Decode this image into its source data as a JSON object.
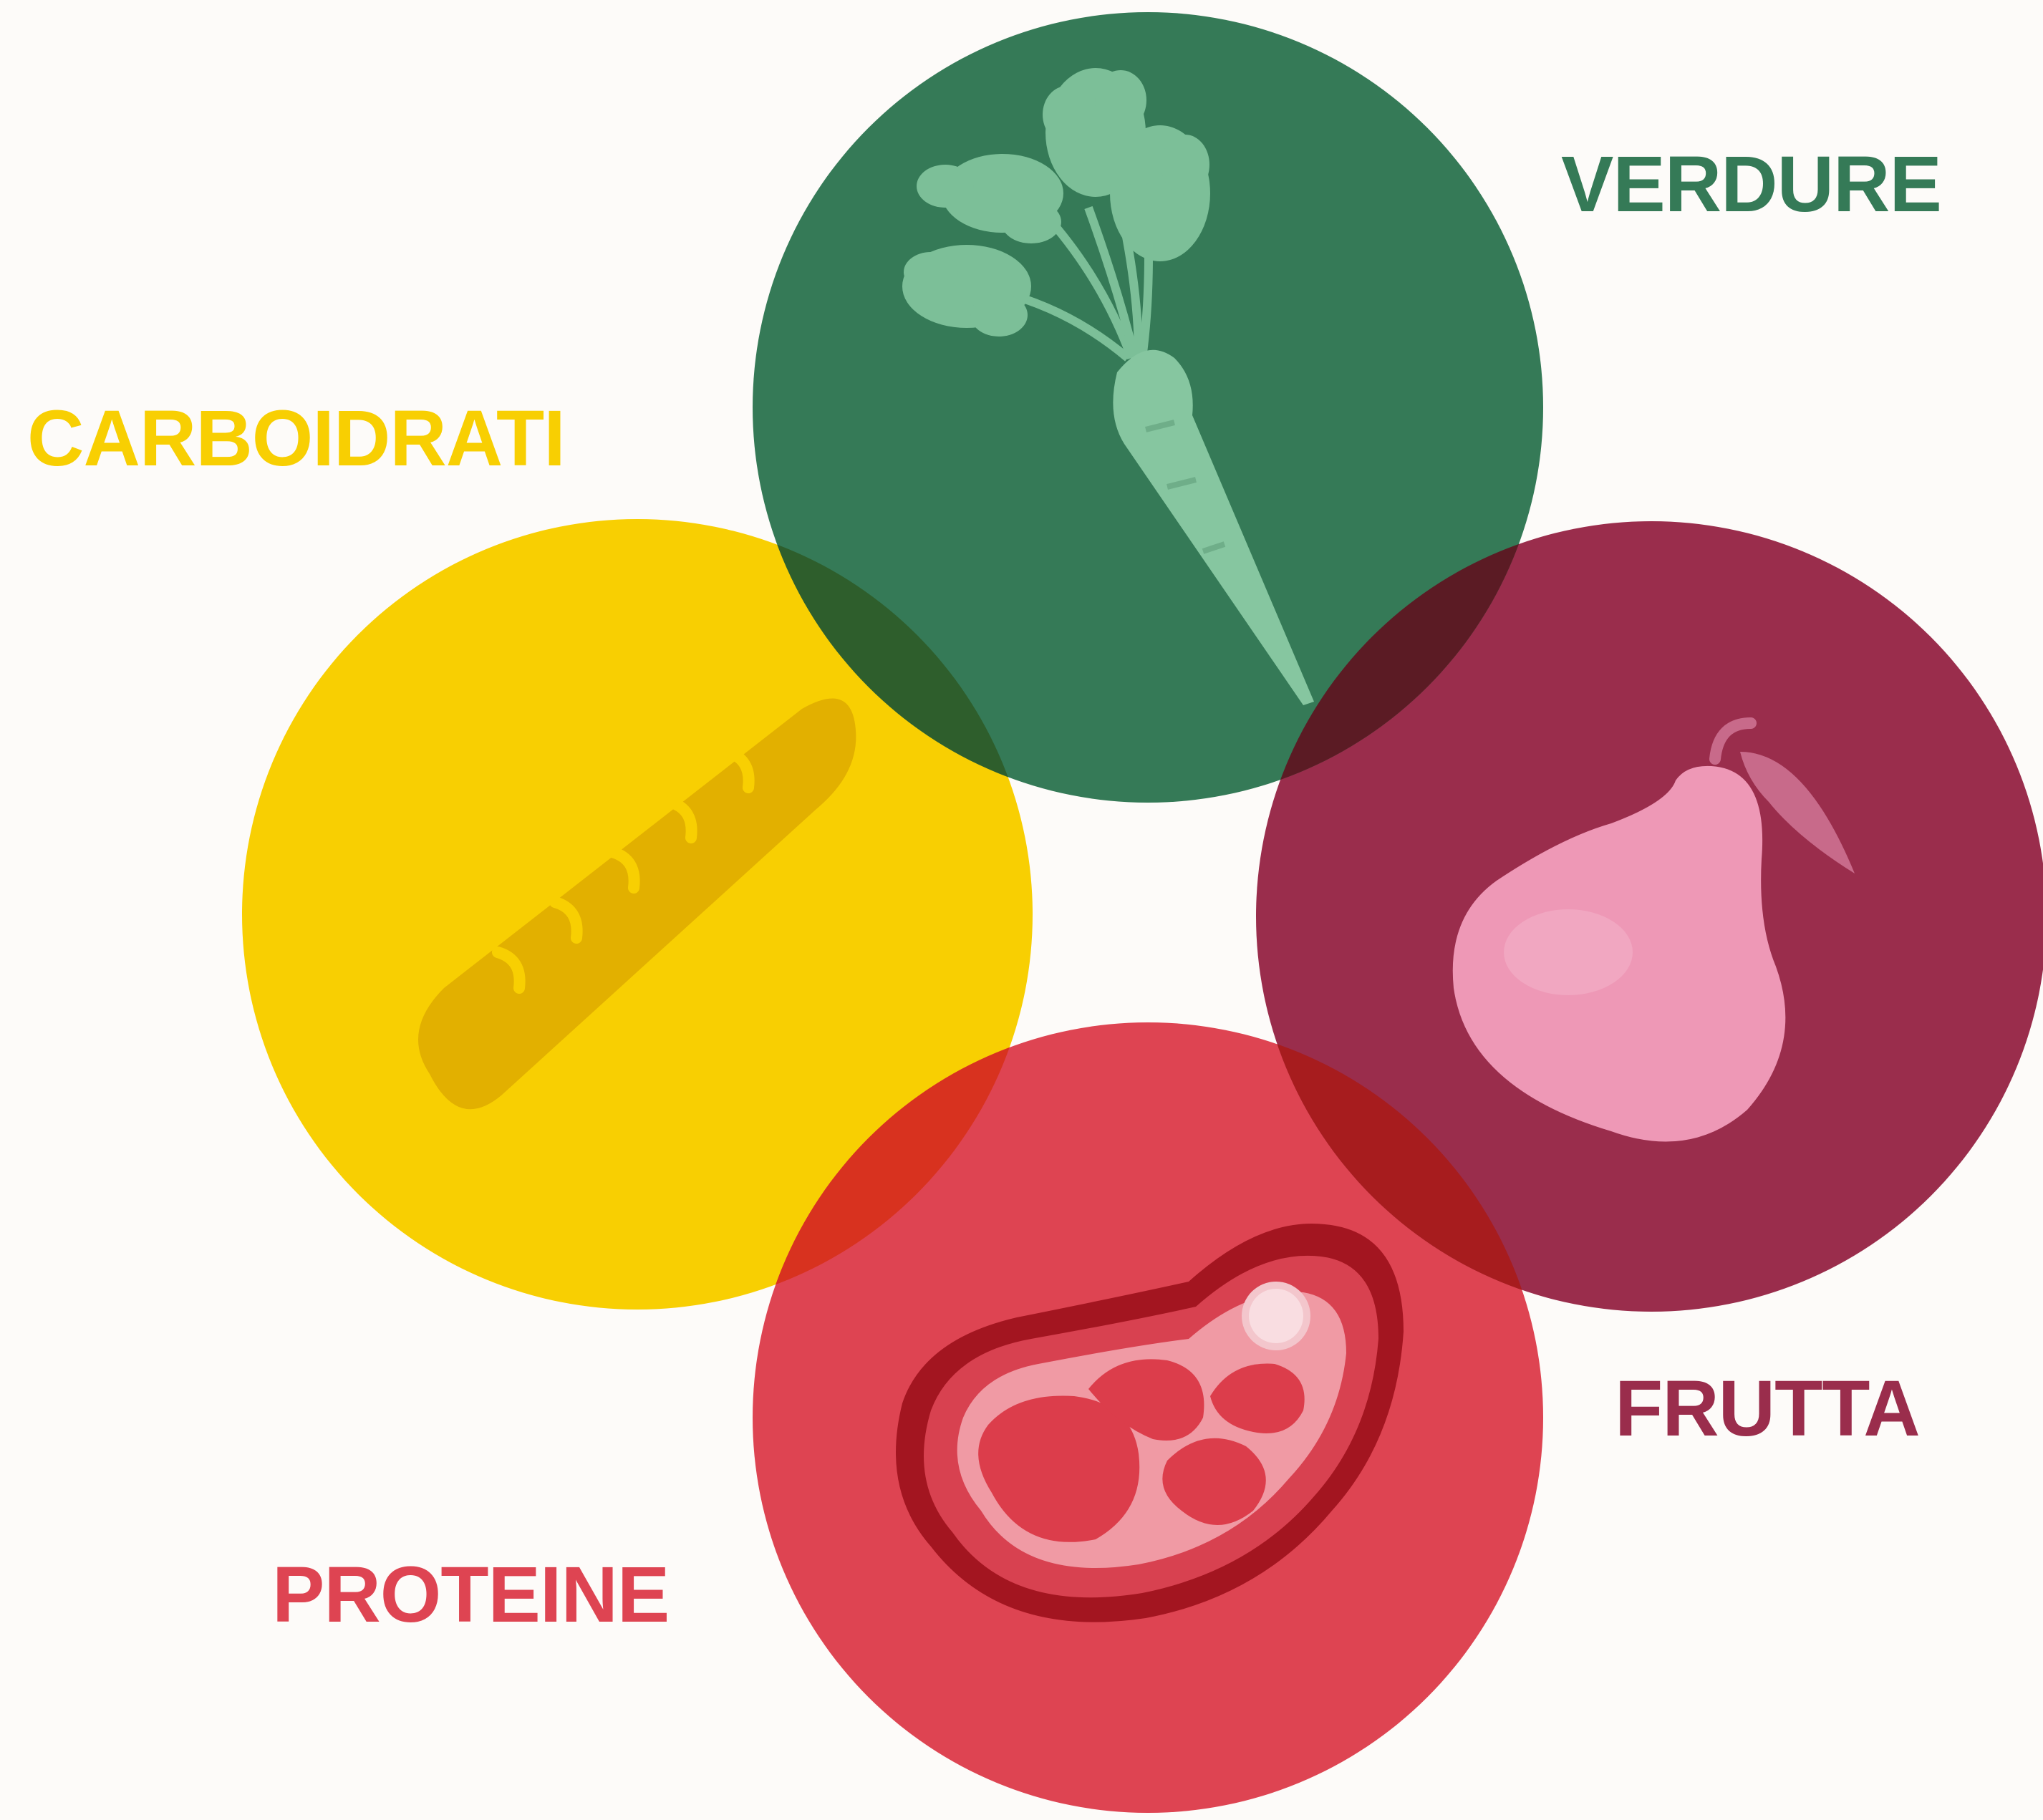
{
  "groups": {
    "verdure": {
      "label": "VERDURE",
      "circle_color": "#357a57",
      "label_color": "#357a57",
      "icon": "carrot-icon"
    },
    "carboidrati": {
      "label": "CARBOIDRATI",
      "circle_color": "#f8cf02",
      "label_color": "#f8cf02",
      "icon": "baguette-icon"
    },
    "frutta": {
      "label": "FRUTTA",
      "circle_color": "#9a2d4c",
      "label_color": "#9a2d4c",
      "icon": "pear-icon"
    },
    "proteine": {
      "label": "PROTEINE",
      "circle_color": "#de4452",
      "label_color": "#de4452",
      "icon": "steak-icon"
    }
  },
  "background_color": "#fdfbf9"
}
